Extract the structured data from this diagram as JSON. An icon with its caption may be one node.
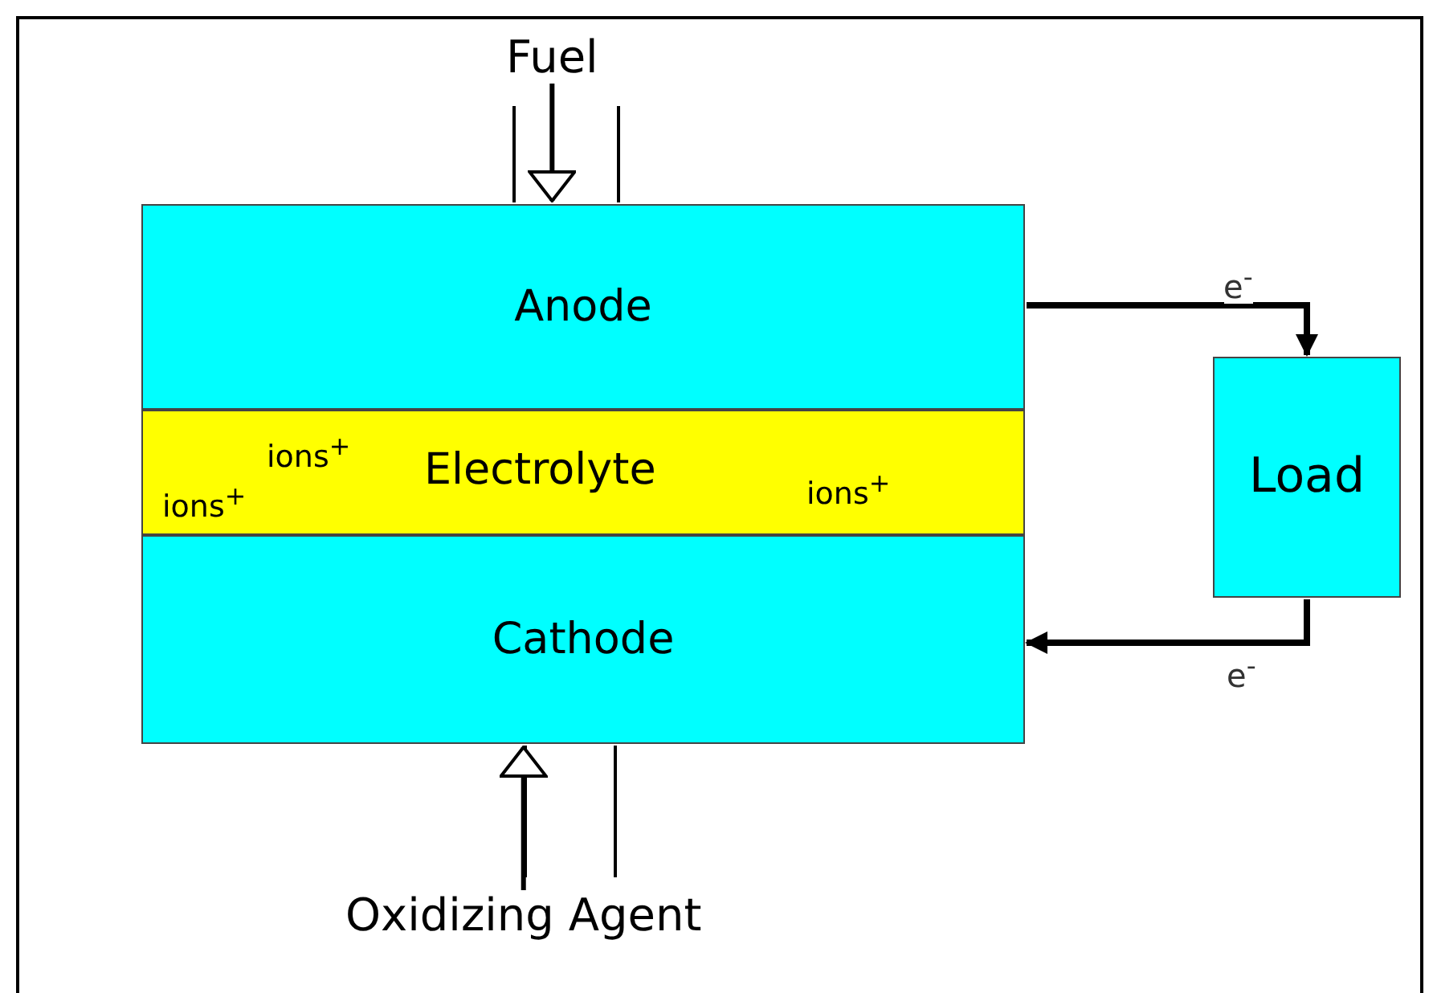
{
  "diagram": {
    "nodes": [
      {
        "text": [
          "Fuel"
        ]
      },
      {
        "text": [
          "Anode"
        ]
      },
      {
        "text": [
          "ions$^{+}$",
          "ions$^{+}$",
          "Electrolyte",
          "ions$^{+}$"
        ]
      },
      {
        "text": [
          "Cathode"
        ]
      },
      {
        "text": [
          "Load"
        ]
      },
      {
        "text": [
          "Oxidizing Agent"
        ]
      }
    ],
    "edges": [
      {
        "from": 0,
        "to": 1,
        "arrow": "to"
      },
      {
        "from": 5,
        "to": 3,
        "arrow": "to"
      },
      {
        "from": 1,
        "to": 4,
        "arrow": "to",
        "label": "e$^{-}$"
      },
      {
        "from": 4,
        "to": 3,
        "arrow": "to",
        "label": "e$^{-}$"
      }
    ]
  }
}
